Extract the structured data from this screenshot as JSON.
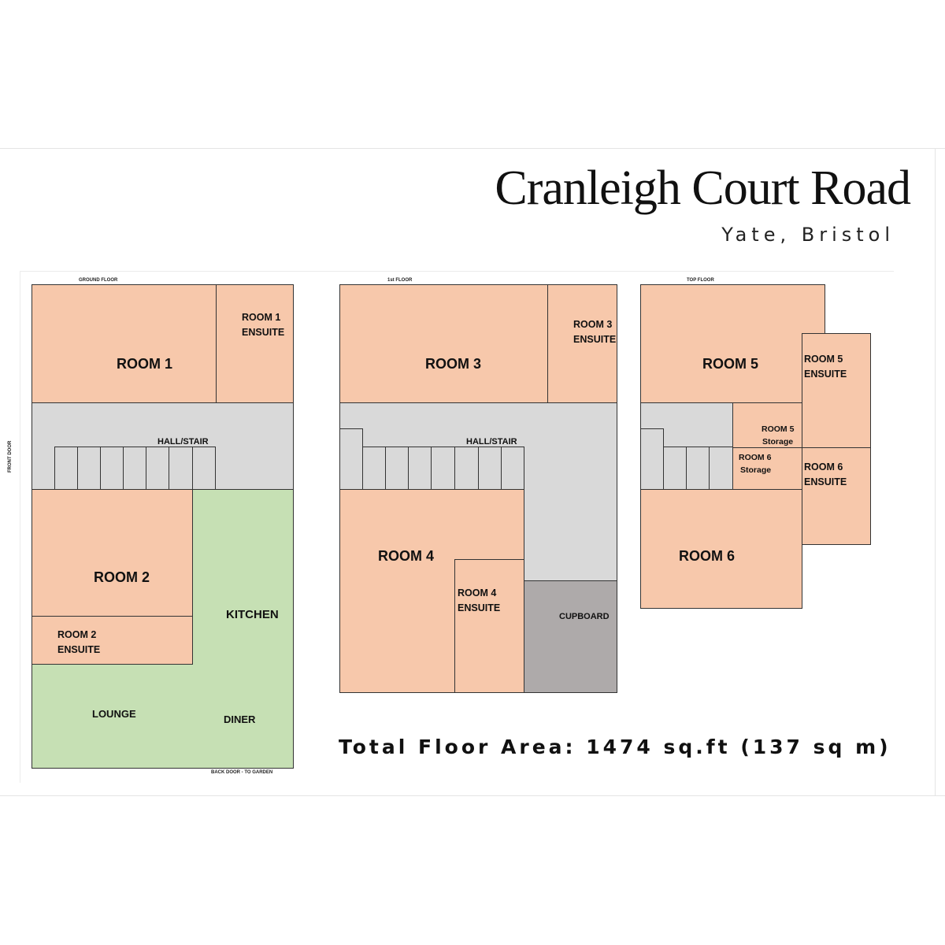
{
  "header": {
    "title": "Cranleigh Court Road",
    "subtitle": "Yate, Bristol"
  },
  "floors": {
    "ground": {
      "label": "GROUND FLOOR",
      "front_door": "FRONT DOOR",
      "back_door": "BACK DOOR - TO GARDEN",
      "room1": "ROOM 1",
      "room1_ensuite_a": "ROOM 1",
      "room1_ensuite_b": "ENSUITE",
      "hall": "HALL/STAIR",
      "room2": "ROOM 2",
      "room2_ensuite_a": "ROOM 2",
      "room2_ensuite_b": "ENSUITE",
      "kitchen": "KITCHEN",
      "lounge": "LOUNGE",
      "diner": "DINER"
    },
    "first": {
      "label": "1st FLOOR",
      "room3": "ROOM 3",
      "room3_ensuite_a": "ROOM 3",
      "room3_ensuite_b": "ENSUITE",
      "hall": "HALL/STAIR",
      "room4": "ROOM 4",
      "room4_ensuite_a": "ROOM 4",
      "room4_ensuite_b": "ENSUITE",
      "cupboard": "CUPBOARD"
    },
    "top": {
      "label": "TOP FLOOR",
      "room5": "ROOM 5",
      "room5_ensuite_a": "ROOM 5",
      "room5_ensuite_b": "ENSUITE",
      "room5_storage_a": "ROOM 5",
      "room5_storage_b": "Storage",
      "room6_storage_a": "ROOM 6",
      "room6_storage_b": "Storage",
      "room6_ensuite_a": "ROOM 6",
      "room6_ensuite_b": "ENSUITE",
      "room6": "ROOM 6"
    }
  },
  "footer": {
    "total_area": "Total Floor Area:  1474 sq.ft (137 sq m)"
  },
  "colors": {
    "bedroom": "#f7c8ab",
    "hall": "#d9d9d9",
    "living": "#c6e0b4",
    "cupboard": "#aeaaaa"
  }
}
